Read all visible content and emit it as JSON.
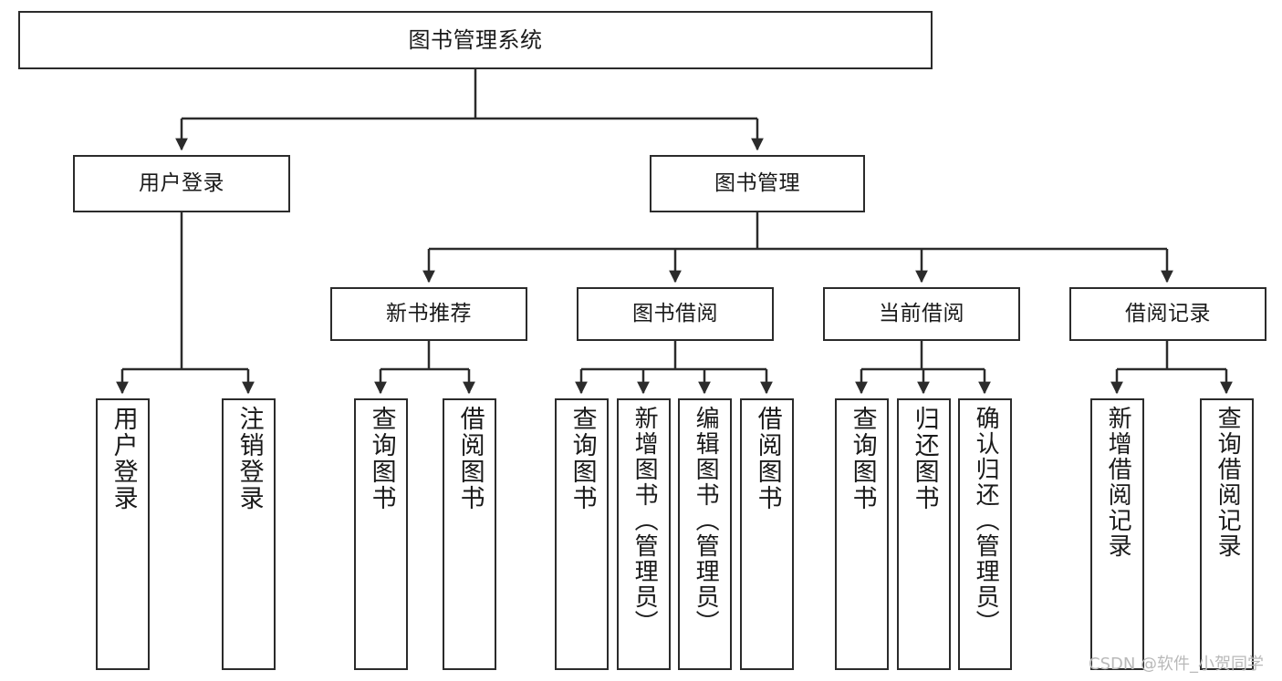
{
  "diagram": {
    "type": "tree-hierarchy",
    "title": "图书管理系统",
    "watermark": "CSDN @软件_小贺同学",
    "colors": {
      "box_border": "#2b2b2b",
      "box_fill": "#ffffff",
      "edge": "#2b2b2b",
      "text": "#1a1a1a",
      "watermark": "#b9b9b9",
      "background": "#ffffff"
    },
    "root": {
      "id": "root",
      "label": "图书管理系统"
    },
    "level2": [
      {
        "id": "user-login",
        "label": "用户登录"
      },
      {
        "id": "book-manage",
        "label": "图书管理"
      }
    ],
    "level3": [
      {
        "id": "new-book-recommend",
        "label": "新书推荐",
        "parent": "book-manage"
      },
      {
        "id": "book-borrow",
        "label": "图书借阅",
        "parent": "book-manage"
      },
      {
        "id": "current-borrow",
        "label": "当前借阅",
        "parent": "book-manage"
      },
      {
        "id": "borrow-record",
        "label": "借阅记录",
        "parent": "book-manage"
      }
    ],
    "leaves": [
      {
        "id": "leaf-user-login",
        "label": "用户登录",
        "parent": "user-login"
      },
      {
        "id": "leaf-logout-login",
        "label": "注销登录",
        "parent": "user-login"
      },
      {
        "id": "leaf-query-book-1",
        "label": "查询图书",
        "parent": "new-book-recommend"
      },
      {
        "id": "leaf-borrow-book-1",
        "label": "借阅图书",
        "parent": "new-book-recommend"
      },
      {
        "id": "leaf-query-book-2",
        "label": "查询图书",
        "parent": "book-borrow"
      },
      {
        "id": "leaf-add-book",
        "label": "新增图书（管理员）",
        "parent": "book-borrow"
      },
      {
        "id": "leaf-edit-book",
        "label": "编辑图书（管理员）",
        "parent": "book-borrow"
      },
      {
        "id": "leaf-borrow-book-2",
        "label": "借阅图书",
        "parent": "book-borrow"
      },
      {
        "id": "leaf-query-book-3",
        "label": "查询图书",
        "parent": "current-borrow"
      },
      {
        "id": "leaf-return-book",
        "label": "归还图书",
        "parent": "current-borrow"
      },
      {
        "id": "leaf-confirm-return",
        "label": "确认归还（管理员）",
        "parent": "current-borrow"
      },
      {
        "id": "leaf-add-record",
        "label": "新增借阅记录",
        "parent": "borrow-record"
      },
      {
        "id": "leaf-query-record",
        "label": "查询借阅记录",
        "parent": "borrow-record"
      }
    ]
  }
}
